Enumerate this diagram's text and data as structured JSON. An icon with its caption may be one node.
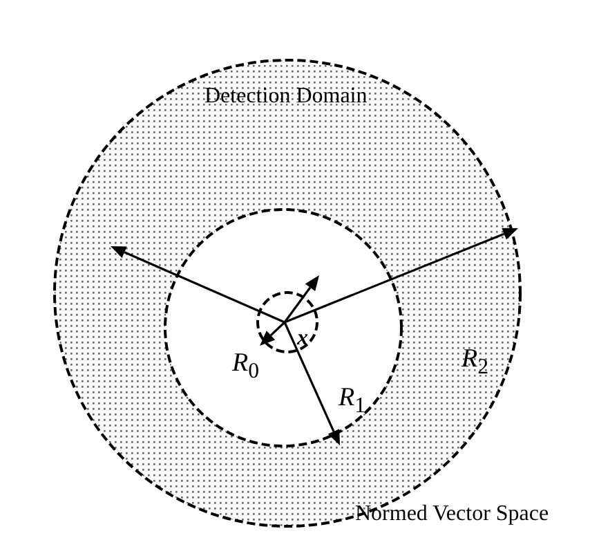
{
  "diagram": {
    "nodes": [
      {
        "text": [
          "Detection Domain"
        ]
      },
      {
        "text": [],
        "shape": "circle",
        "in": 0
      },
      {
        "text": [
          "x"
        ],
        "in": 1
      }
    ],
    "labels": [
      "*R*$_{0}$",
      "*R*$_{1}$",
      "*R*$_{2}$",
      "Normed Vector Space"
    ]
  }
}
